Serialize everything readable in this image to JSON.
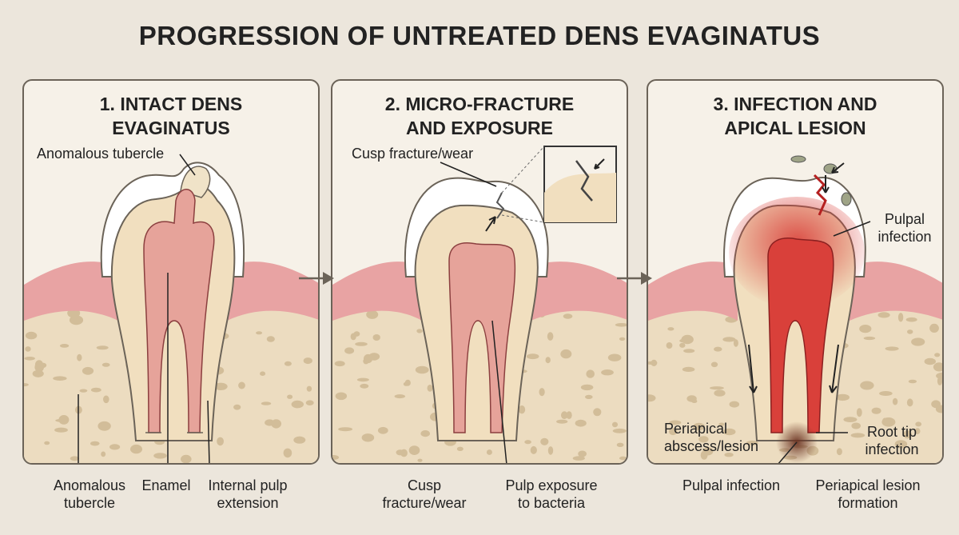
{
  "title": "PROGRESSION OF UNTREATED DENS EVAGINATUS",
  "colors": {
    "enamel": "#ffffff",
    "dentin": "#f1dfbf",
    "pulp": "#e6a39a",
    "gum": "#e8a3a3",
    "bone": "#ecdcc0",
    "infection": "#d9403a"
  },
  "panels": [
    {
      "title_line1": "1. INTACT DENS",
      "title_line2": "EVAGINATUS",
      "inner_label": "Anomalous tubercle",
      "bottom_labels": [
        {
          "line1": "Anomalous",
          "line2": "tubercle"
        },
        {
          "line1": "Enamel",
          "line2": ""
        },
        {
          "line1": "Internal pulp",
          "line2": "extension"
        }
      ]
    },
    {
      "title_line1": "2. MICRO-FRACTURE",
      "title_line2": "AND EXPOSURE",
      "inner_label": "Cusp fracture/wear",
      "bottom_labels": [
        {
          "line1": "Cusp",
          "line2": "fracture/wear"
        },
        {
          "line1": "Pulp exposure",
          "line2": "to bacteria"
        }
      ]
    },
    {
      "title_line1": "3. INFECTION AND",
      "title_line2": "APICAL LESION",
      "inner_labels": [
        {
          "line1": "Pulpal",
          "line2": "infection"
        },
        {
          "line1": "Periapical",
          "line2": "abscess/lesion"
        },
        {
          "line1": "Root tip",
          "line2": "infection"
        }
      ],
      "bottom_labels": [
        {
          "line1": "Pulpal infection",
          "line2": ""
        },
        {
          "line1": "Periapical lesion",
          "line2": "formation"
        }
      ]
    }
  ]
}
